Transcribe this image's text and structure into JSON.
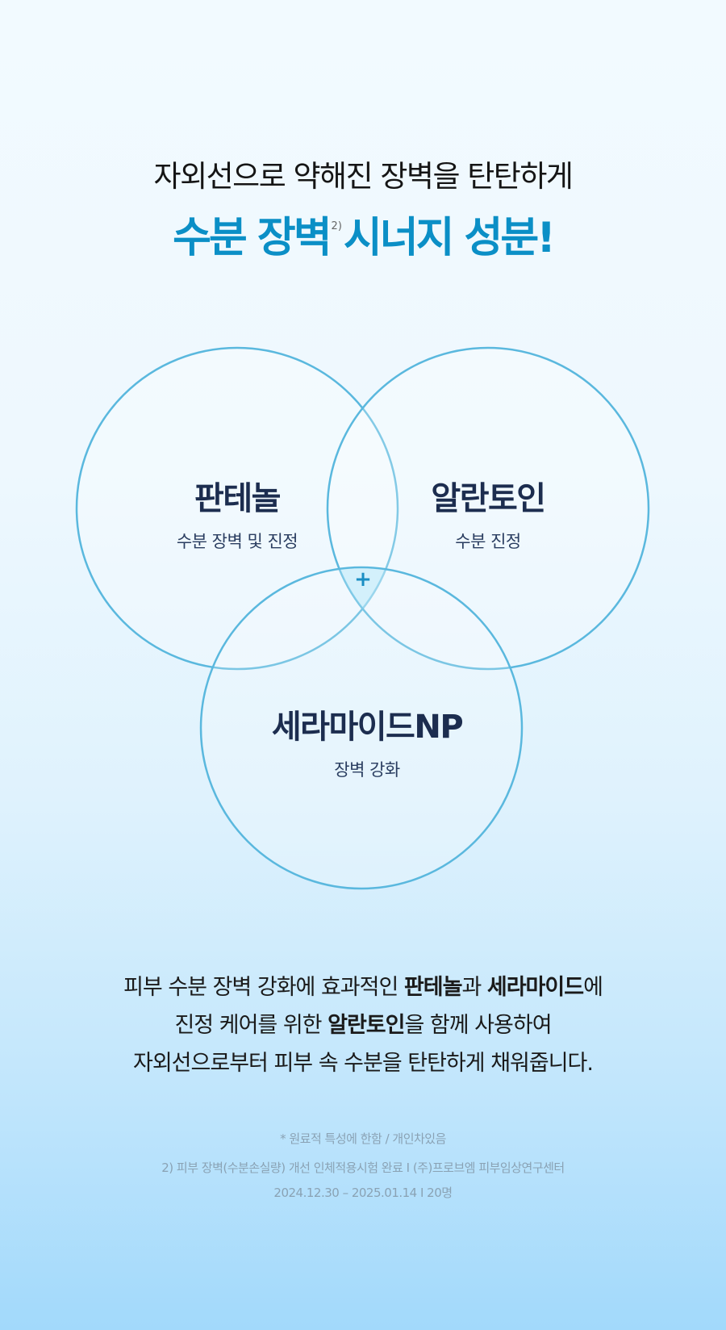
{
  "header": {
    "line1": "자외선으로 약해진 장벽을 탄탄하게",
    "line2_a": "수분 장벽",
    "footnote_ref": "2)",
    "line2_b": "시너지 성분!"
  },
  "ingredients": [
    {
      "name": "판테놀",
      "desc": "수분 장벽 및 진정"
    },
    {
      "name": "알란토인",
      "desc": "수분 진정"
    },
    {
      "name": "세라마이드NP",
      "desc": "장벽 강화"
    }
  ],
  "synergy_symbol": "+",
  "description": {
    "l1_a": "피부 수분 장벽 강화에 효과적인 ",
    "l1_b": "판테놀",
    "l1_c": "과 ",
    "l1_d": "세라마이드",
    "l1_e": "에",
    "l2_a": "진정 케어를 위한 ",
    "l2_b": "알란토인",
    "l2_c": "을 함께 사용하여",
    "l3": "자외선으로부터 피부 속 수분을 탄탄하게 채워줍니다."
  },
  "footnotes": [
    "* 원료적 특성에 한함 / 개인차있음",
    "2) 피부 장벽(수분손실량) 개선 인체적용시험 완료 I (주)프로브엠 피부임상연구센터",
    "2024.12.30 – 2025.01.14 I 20명"
  ],
  "colors": {
    "accent": "#0b8fc6",
    "circle": "#5ab8de",
    "navy": "#1c2d4f"
  }
}
